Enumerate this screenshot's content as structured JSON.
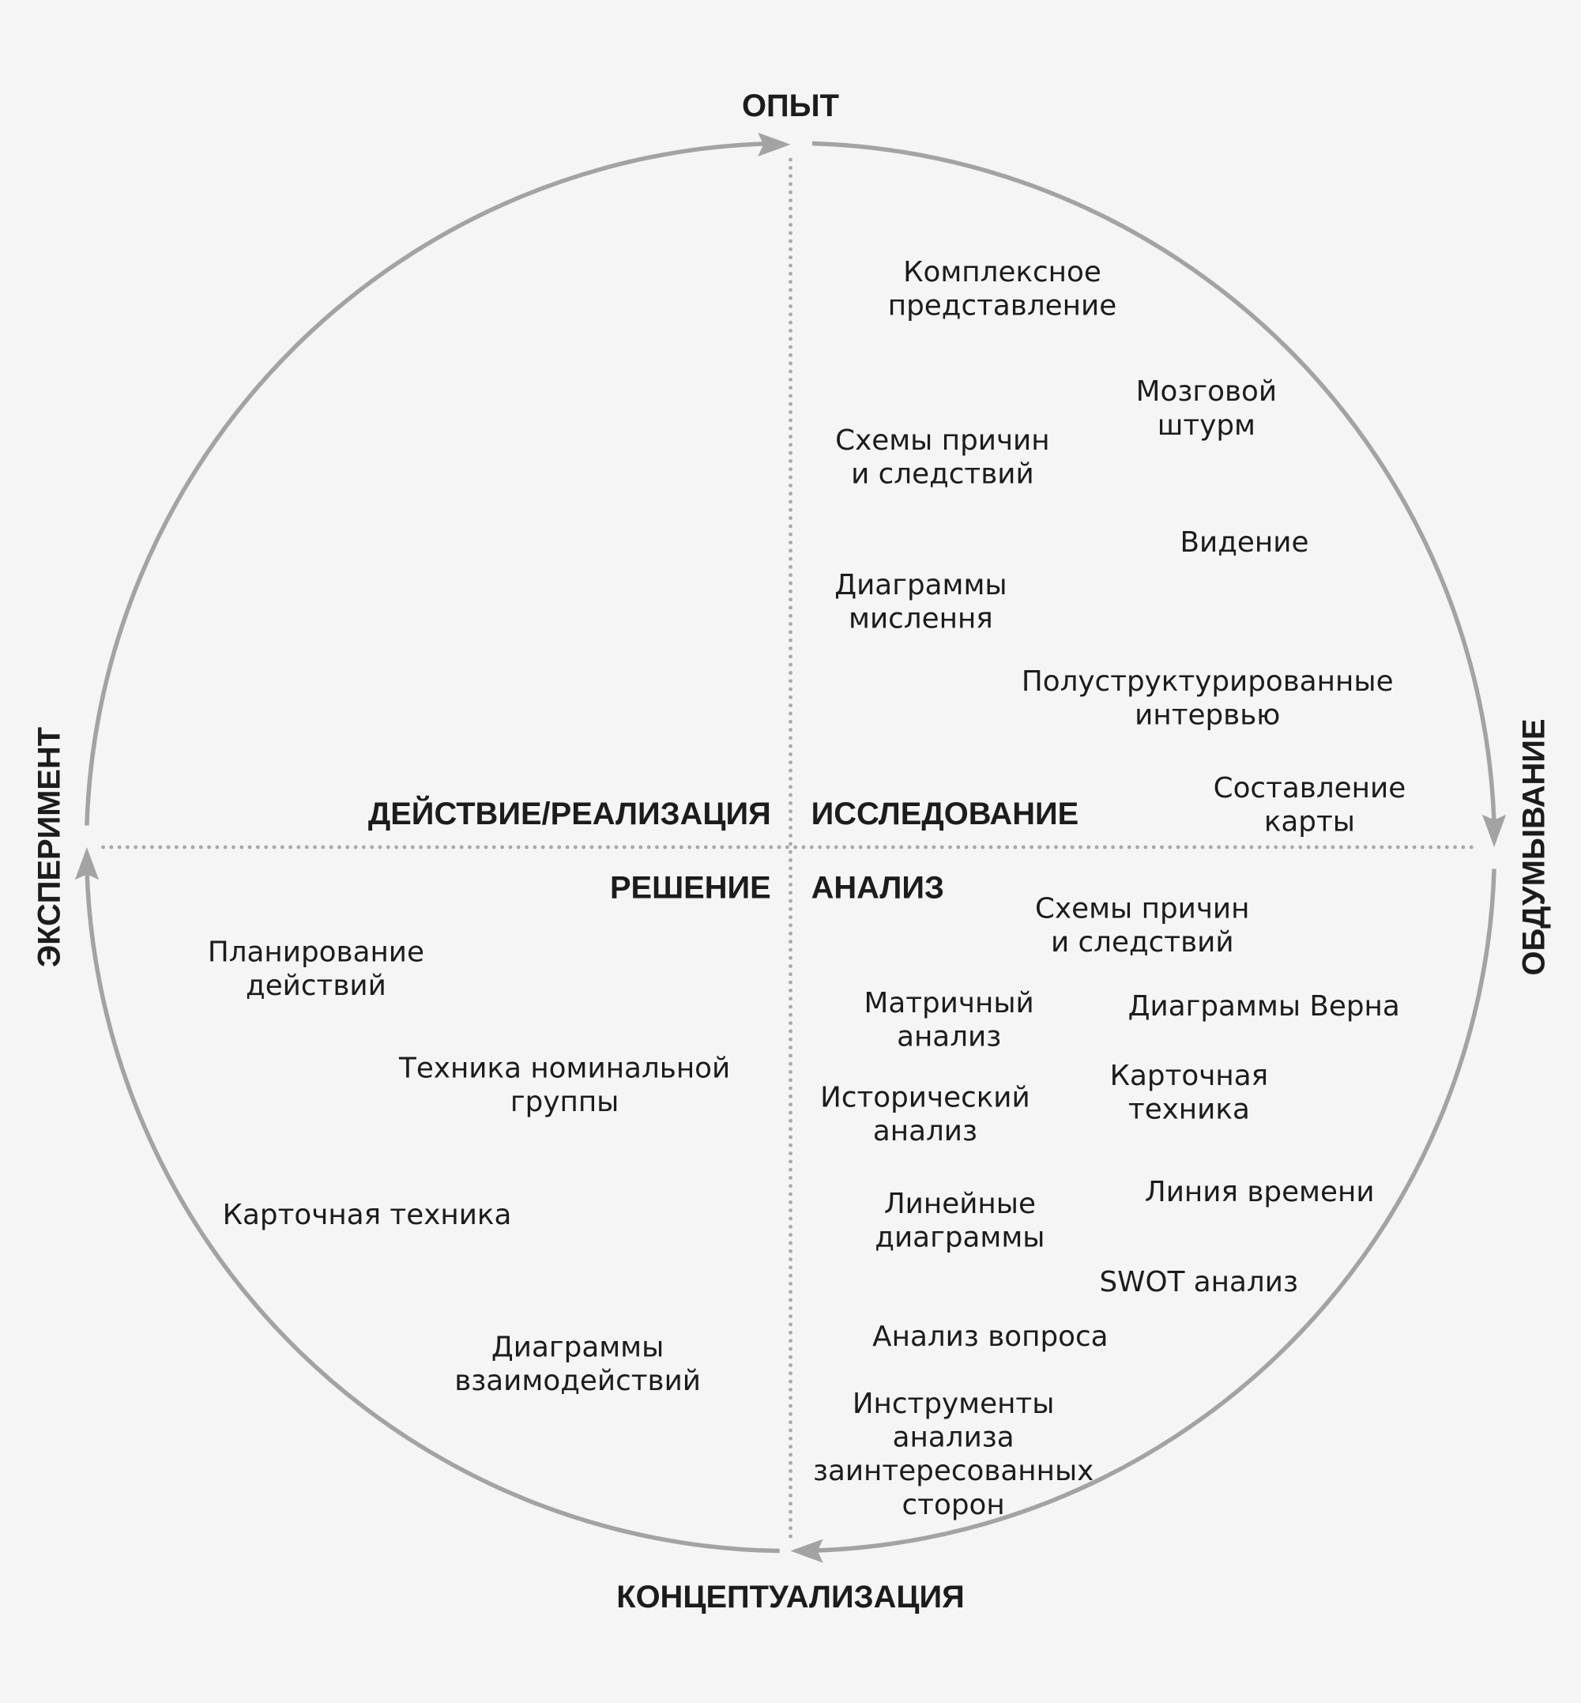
{
  "axes": {
    "top": "ОПЫТ",
    "bottom": "КОНЦЕПТУАЛИЗАЦИЯ",
    "left": "ЭКСПЕРИМЕНТ",
    "right": "ОБДУМЫВАНИЕ"
  },
  "quadrants": {
    "top_left": "ДЕЙСТВИЕ/РЕАЛИЗАЦИЯ",
    "top_right": "ИССЛЕДОВАНИЕ",
    "bottom_left": "РЕШЕНИЕ",
    "bottom_right": "АНАЛИЗ"
  },
  "items": [
    {
      "lines": [
        "Комплексное",
        "представление"
      ]
    },
    {
      "lines": [
        "Мозговой",
        "штурм"
      ]
    },
    {
      "lines": [
        "Схемы причин",
        "и следствий"
      ]
    },
    {
      "lines": [
        "Видение"
      ]
    },
    {
      "lines": [
        "Диаграммы",
        "мислення"
      ]
    },
    {
      "lines": [
        "Полуструктурированные",
        "интервью"
      ]
    },
    {
      "lines": [
        "Составление",
        "карты"
      ]
    },
    {
      "lines": [
        "Схемы причин",
        "и следствий"
      ]
    },
    {
      "lines": [
        "Матричный",
        "анализ"
      ]
    },
    {
      "lines": [
        "Диаграммы Верна"
      ]
    },
    {
      "lines": [
        "Карточная",
        "техника"
      ]
    },
    {
      "lines": [
        "Исторический",
        "анализ"
      ]
    },
    {
      "lines": [
        "Линия времени"
      ]
    },
    {
      "lines": [
        "Линейные",
        "диаграммы"
      ]
    },
    {
      "lines": [
        "SWOT анализ"
      ]
    },
    {
      "lines": [
        "Анализ вопроса"
      ]
    },
    {
      "lines": [
        "Инструменты",
        "анализа",
        "заинтересованных",
        "сторон"
      ]
    },
    {
      "lines": [
        "Планирование",
        "действий"
      ]
    },
    {
      "lines": [
        "Техника номинальной",
        "группы"
      ]
    },
    {
      "lines": [
        "Карточная техника"
      ]
    },
    {
      "lines": [
        "Диаграммы",
        "взаимодействий"
      ]
    }
  ],
  "colors": {
    "circle": "#a3a3a3",
    "dots": "#a8a8a8",
    "text": "#1c1c1c",
    "background": "#f5f5f5"
  }
}
